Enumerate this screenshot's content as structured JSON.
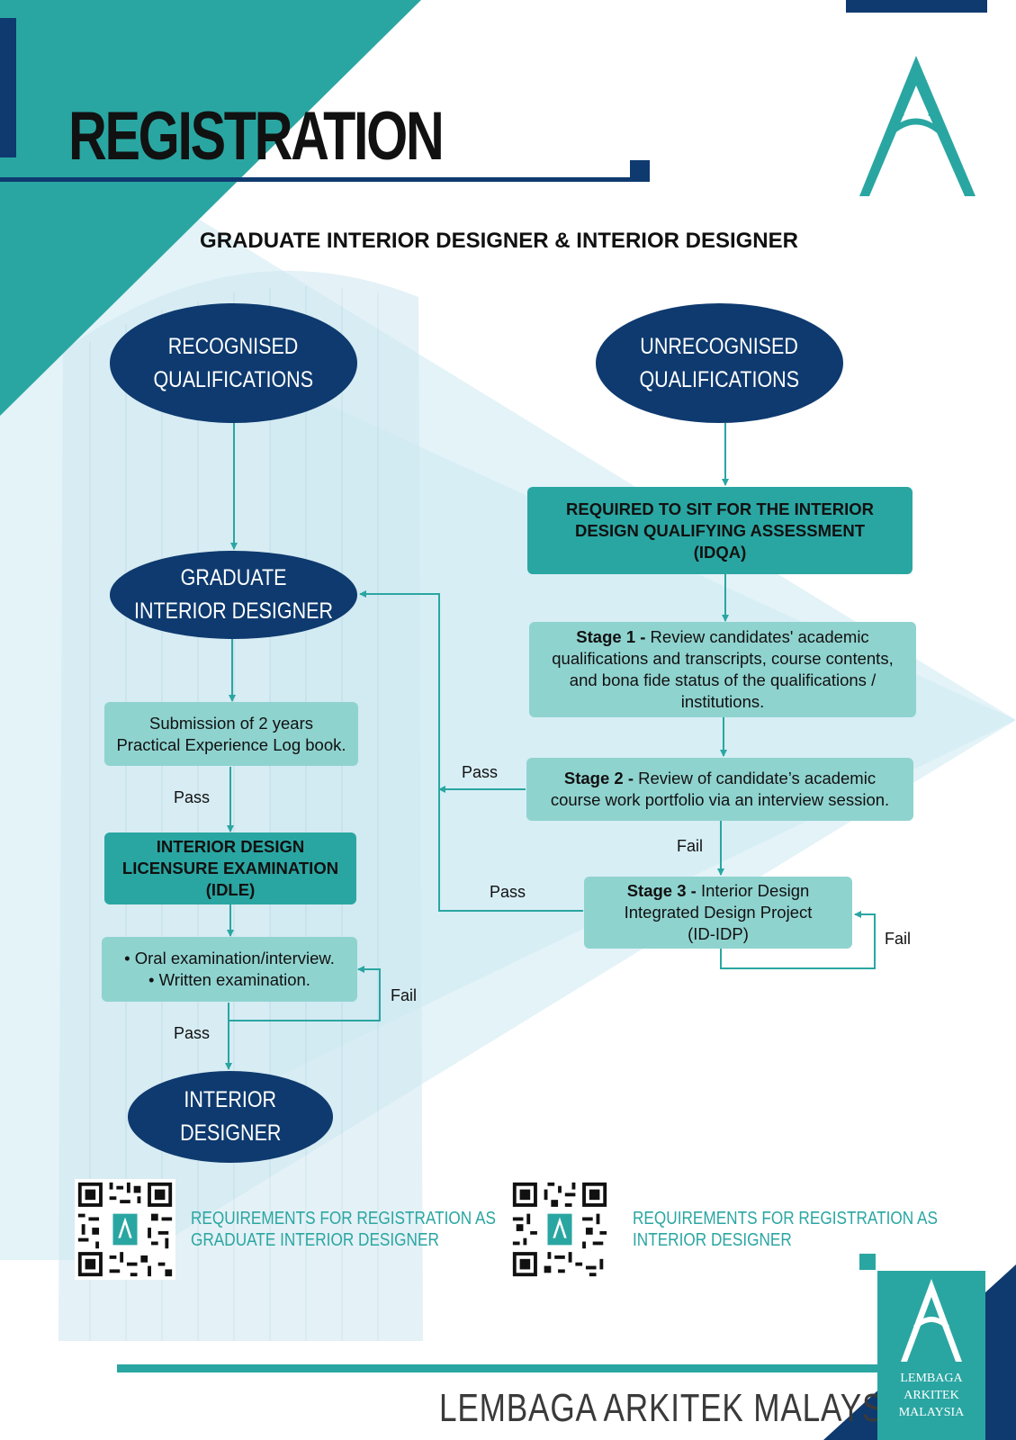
{
  "title": "REGISTRATION",
  "subtitle": "GRADUATE INTERIOR DESIGNER & INTERIOR DESIGNER",
  "colors": {
    "navy": "#0e3a6f",
    "teal": "#2aa6a2",
    "light_teal": "#8fd3cf"
  },
  "nodes": {
    "recognised": [
      "RECOGNISED",
      "QUALIFICATIONS"
    ],
    "unrecognised": [
      "UNRECOGNISED",
      "QUALIFICATIONS"
    ],
    "graduate": [
      "GRADUATE",
      "INTERIOR DESIGNER"
    ],
    "interior_designer": [
      "INTERIOR",
      "DESIGNER"
    ],
    "logbook": [
      "Submission of 2 years",
      "Practical Experience Log book."
    ],
    "idle": [
      "INTERIOR DESIGN",
      "LICENSURE EXAMINATION",
      "(IDLE)"
    ],
    "exams": [
      "• Oral examination/interview.",
      "• Written examination."
    ],
    "idqa": [
      "REQUIRED TO SIT FOR THE INTERIOR",
      "DESIGN QUALIFYING ASSESSMENT",
      "(IDQA)"
    ],
    "stage1": {
      "label": "Stage 1 -",
      "text": [
        " Review candidates' academic",
        "qualifications and transcripts, course contents,",
        "and bona fide status of the qualifications /",
        "institutions."
      ]
    },
    "stage2": {
      "label": "Stage 2 -",
      "text": [
        " Review of candidate’s academic",
        "course work portfolio via an interview session."
      ]
    },
    "stage3": {
      "label": "Stage 3 -",
      "text": [
        " Interior Design",
        "Integrated Design Project",
        "(ID-IDP)"
      ]
    }
  },
  "edge_labels": {
    "pass_logbook": "Pass",
    "pass_exams": "Pass",
    "fail_exams": "Fail",
    "pass_stage2": "Pass",
    "fail_stage2": "Fail",
    "pass_stage3": "Pass",
    "fail_stage3": "Fail"
  },
  "qr_links": [
    {
      "line1": "REQUIREMENTS FOR REGISTRATION AS",
      "line2": "GRADUATE INTERIOR DESIGNER"
    },
    {
      "line1": "REQUIREMENTS FOR REGISTRATION AS",
      "line2": "INTERIOR DESIGNER"
    }
  ],
  "footer": {
    "org_name": "LEMBAGA ARKITEK MALAYSIA",
    "logo_text": [
      "LEMBAGA",
      "ARKITEK",
      "MALAYSIA"
    ]
  }
}
